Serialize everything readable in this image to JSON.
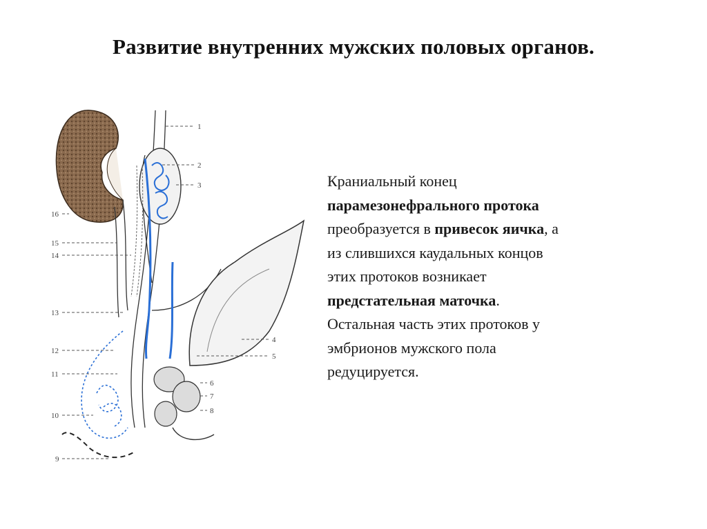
{
  "slide": {
    "title": "Развитие внутренних мужских половых органов."
  },
  "figure": {
    "labels": [
      "1",
      "2",
      "3",
      "4",
      "5",
      "6",
      "7",
      "8",
      "9",
      "10",
      "11",
      "12",
      "13",
      "14",
      "15",
      "16"
    ],
    "colors": {
      "duct_blue": "#2a6fd6",
      "kidney_brown": "#7a5a3f",
      "outline": "#333333"
    }
  },
  "text": {
    "l1": "Краниальный конец",
    "l2_bold": "парамезонефрального протока",
    "l3_pre": "преобразуется в ",
    "l3_bold": "привесок яичка",
    "l3_post": ", а",
    "l4": "из слившихся каудальных концов",
    "l5": "этих протоков возникает",
    "l6_bold": "предстательная маточка",
    "l6_post": ".",
    "l7": "Остальная часть этих протоков у",
    "l8": "эмбрионов мужского пола",
    "l9": "редуцируется."
  }
}
